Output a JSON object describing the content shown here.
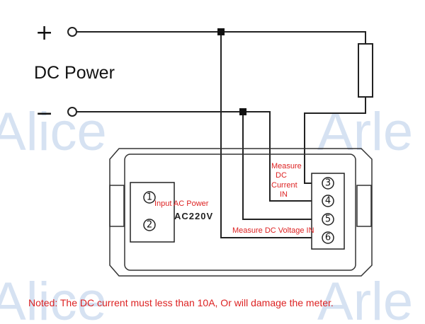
{
  "watermark": {
    "top_left": "Alice",
    "top_right": "Arle",
    "bottom_left": "Alice",
    "bottom_right": "Arle"
  },
  "title": "DC Power",
  "terminals": {
    "plus": "+",
    "minus": "−"
  },
  "labels": {
    "measure_current": [
      "Measure",
      "DC",
      "Current",
      "IN"
    ],
    "input_ac_power": "Input AC Power",
    "ac_voltage": "AC220V",
    "measure_voltage": "Measure DC Voltage IN"
  },
  "left_terminals": [
    "1",
    "2"
  ],
  "right_terminals": [
    "3",
    "4",
    "5",
    "6"
  ],
  "note": "Noted: The DC current must less than 10A, Or will damage the meter."
}
